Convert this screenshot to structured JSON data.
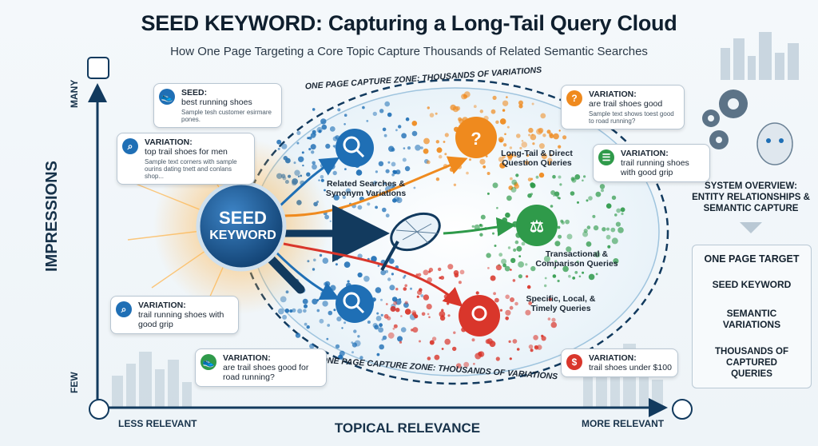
{
  "header": {
    "title": "SEED KEYWORD: Capturing a Long-Tail Query Cloud",
    "subtitle": "How One Page Targeting a Core Topic Capture Thousands of Related Semantic Searches"
  },
  "zone": {
    "top_label": "ONE PAGE CAPTURE ZONE: THOUSANDS OF VARIATIONS",
    "bottom_label": "ONE PAGE CAPTURE ZONE: THOUSANDS OF VARIATIONS"
  },
  "seed": {
    "line1": "SEED",
    "line2": "KEYWORD"
  },
  "clusters": {
    "related": "Related Searches & Synonym Variations",
    "longtail": "Long-Tail & Direct Question Queries",
    "transactional": "Transactional & Comparison Queries",
    "local": "Specific, Local, & Timely Queries"
  },
  "bubbles": {
    "seed": {
      "label": "SEED:",
      "query": "best running shoes",
      "note": "Sample tesh customer esirmare pones."
    },
    "v_left1": {
      "label": "VARIATION:",
      "query": "top trail shoes for men",
      "note": "Sample text corners with sample ourins dating tnett and conlans shop..."
    },
    "v_left2": {
      "label": "VARIATION:",
      "query": "trail running shoes with good grip"
    },
    "v_bottom": {
      "label": "VARIATION:",
      "query": "are trail shoes good for road running?"
    },
    "v_top_right": {
      "label": "VARIATION:",
      "query": "are trail shoes good",
      "note": "Sample text shows toest good to road running?"
    },
    "v_right": {
      "label": "VARIATION:",
      "query": "trail running shoes with good grip"
    },
    "v_bottom_right": {
      "label": "VARIATION:",
      "query": "trail shoes under $100"
    }
  },
  "axes": {
    "y_label": "IMPRESSIONS",
    "y_high": "MANY",
    "y_low": "FEW",
    "x_label": "TOPICAL RELEVANCE",
    "x_low": "LESS RELEVANT",
    "x_high": "MORE RELEVANT"
  },
  "side": {
    "overview": "SYSTEM OVERVIEW: ENTITY RELATIONSHIPS & SEMANTIC CAPTURE",
    "target": "ONE PAGE TARGET",
    "steps": [
      "SEED KEYWORD",
      "SEMANTIC VARIATIONS",
      "THOUSANDS OF CAPTURED QUERIES"
    ]
  },
  "colors": {
    "blue": "#1f6fb5",
    "orange": "#ef8a1e",
    "green": "#2f9a4a",
    "red": "#d9362b",
    "navy": "#123a5e"
  }
}
